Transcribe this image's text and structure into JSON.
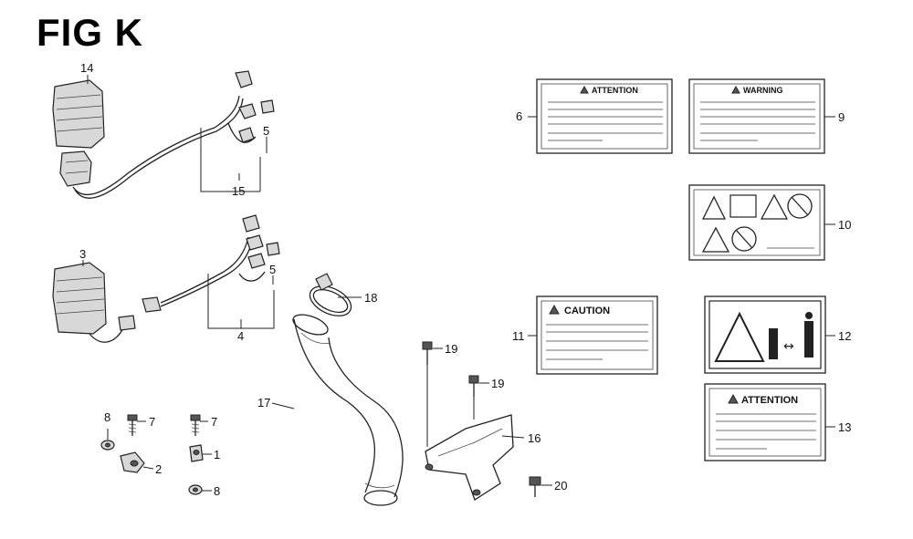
{
  "figure": {
    "title": "FIG K"
  },
  "labels": {
    "attention_small": "ATTENTION",
    "warning": "WARNING",
    "caution": "CAUTION",
    "attention_large": "ATTENTION"
  },
  "callouts": {
    "c1": "1",
    "c2": "2",
    "c3": "3",
    "c4": "4",
    "c5a": "5",
    "c5b": "5",
    "c6": "6",
    "c7a": "7",
    "c7b": "7",
    "c8a": "8",
    "c8b": "8",
    "c9": "9",
    "c10": "10",
    "c11": "11",
    "c12": "12",
    "c13": "13",
    "c14": "14",
    "c15": "15",
    "c16": "16",
    "c17": "17",
    "c18": "18",
    "c19a": "19",
    "c19b": "19",
    "c20": "20"
  }
}
